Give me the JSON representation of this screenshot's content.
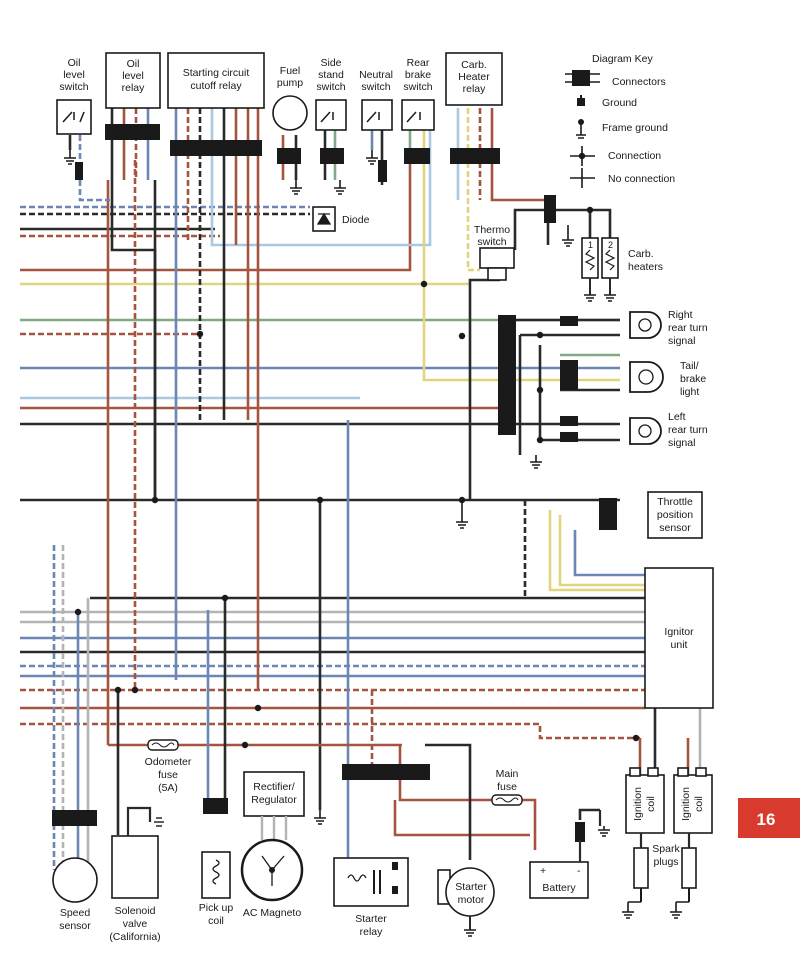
{
  "labels": {
    "oil_level_switch": [
      "Oil",
      "level",
      "switch"
    ],
    "oil_level_relay": [
      "Oil",
      "level",
      "relay"
    ],
    "starting_relay": [
      "Starting circuit",
      "cutoff relay"
    ],
    "fuel_pump": [
      "Fuel",
      "pump"
    ],
    "side_stand_switch": [
      "Side",
      "stand",
      "switch"
    ],
    "neutral_switch": [
      "Neutral",
      "switch"
    ],
    "rear_brake_switch": [
      "Rear",
      "brake",
      "switch"
    ],
    "carb_heater_relay": [
      "Carb.",
      "Heater",
      "relay"
    ],
    "diode": "Diode",
    "thermo_switch": [
      "Thermo",
      "switch"
    ],
    "carb_heaters": [
      "Carb.",
      "heaters"
    ],
    "right_turn": [
      "Right",
      "rear turn",
      "signal"
    ],
    "tail_brake": [
      "Tail/",
      "brake",
      "light"
    ],
    "left_turn": [
      "Left",
      "rear turn",
      "signal"
    ],
    "throttle_sensor": [
      "Throttle",
      "position",
      "sensor"
    ],
    "ignitor_unit": [
      "Ignitor",
      "unit"
    ],
    "odometer_fuse": [
      "Odometer",
      "fuse",
      "(5A)"
    ],
    "rectifier": [
      "Rectifier/",
      "Regulator"
    ],
    "main_fuse": [
      "Main",
      "fuse"
    ],
    "ignition_coil": [
      "Ignition",
      "coil"
    ],
    "spark_plugs": [
      "Spark",
      "plugs"
    ],
    "battery": "Battery",
    "battery_plus": "+",
    "battery_minus": "-",
    "speed_sensor": [
      "Speed",
      "sensor"
    ],
    "solenoid_valve": [
      "Solenoid",
      "valve",
      "(California)"
    ],
    "pickup_coil": [
      "Pick up",
      "coil"
    ],
    "ac_magneto": "AC Magneto",
    "starter_relay": [
      "Starter",
      "relay"
    ],
    "starter_motor": [
      "Starter",
      "motor"
    ],
    "heater_1": "1",
    "heater_2": "2"
  },
  "key": {
    "title": "Diagram Key",
    "connectors": "Connectors",
    "ground": "Ground",
    "frame_ground": "Frame ground",
    "connection": "Connection",
    "no_connection": "No connection"
  },
  "page_number": "16",
  "colors": {
    "black": "#2a2a2a",
    "brown": "#a5553f",
    "blue": "#6c86b5",
    "green": "#7faa84",
    "yellow": "#e1d47e",
    "light_blue": "#a9c9e2",
    "gray": "#b4b4b4",
    "page_badge": "#d93a2e"
  }
}
